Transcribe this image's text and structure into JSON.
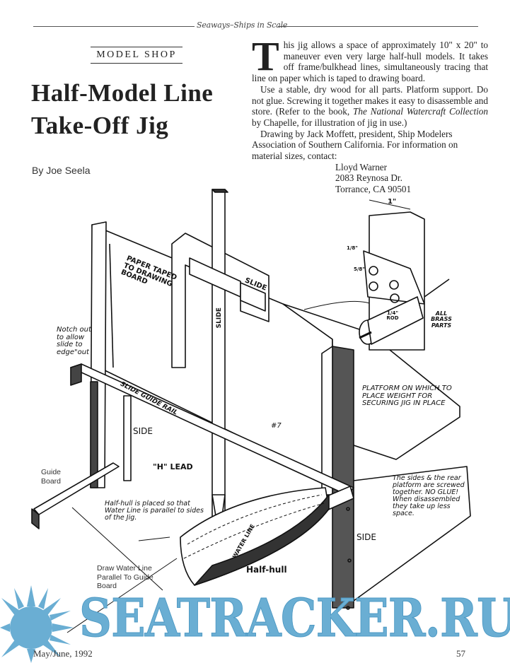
{
  "header": {
    "running_title": "Seaways–Ships in Scale"
  },
  "article": {
    "kicker": "MODEL SHOP",
    "title_line1": "Half-Model Line",
    "title_line2": "Take-Off Jig",
    "byline": "By Joe Seela",
    "drop_cap": "T",
    "para1": "his jig allows a space of approximately 10\" x 20\" to maneuver even very large half-hull models. It takes off frame/bulkhead lines, simultaneously tracing that line on paper which is taped to drawing board.",
    "para2_a": "Use a stable, dry wood for all parts.  Platform support. Do not glue. Screwing it together makes it easy to disassemble and store. (Refer to the book, ",
    "para2_book": "The National Watercraft Collection",
    "para2_b": " by Chapelle, for illustration of jig in use.)",
    "para3": "Drawing by Jack Moffett, president, Ship Modelers Association of Southern California.  For information on material sizes, contact:",
    "contact": [
      "Lloyd Warner",
      "2083 Reynosa Dr.",
      "Torrance, CA  90501"
    ]
  },
  "illustration": {
    "labels": {
      "paper_taped": "PAPER TAPED TO DRAWING BOARD",
      "slide_top": "SLIDE",
      "slide_vertical": "SLIDE",
      "notch": "Notch out to allow slide to edge\"out",
      "guide_rail": "SLIDE GUIDE RAIL",
      "side_left": "SIDE",
      "h_lead": "\"H\" LEAD",
      "number7": "#7",
      "platform": "PLATFORM ON WHICH TO PLACE WEIGHT FOR SECURING JIG IN PLACE",
      "guide_board": "Guide Board",
      "half_hull_note": "Half-hull is placed so that Water Line is parallel to sides of the Jig.",
      "screwed_note": "The sides & the rear platform are screwed together. NO GLUE! When disassembled they take up less space.",
      "side_right": "SIDE",
      "half_hull": "Half-hull",
      "water_line": "WATER LINE",
      "draw_water_line": "Draw Water Line Parallel To Guide Board",
      "dim_1in": "1\"",
      "dim_eighth": "1/8\"",
      "dim_5_8": "5/8\"",
      "rod": "1/4\" ROD",
      "brass": "ALL BRASS PARTS"
    }
  },
  "watermark": {
    "text": "SEATRACKER.RU",
    "color": "#6aaed3"
  },
  "footer": {
    "issue": "May/June, 1992",
    "page_number": "57"
  }
}
